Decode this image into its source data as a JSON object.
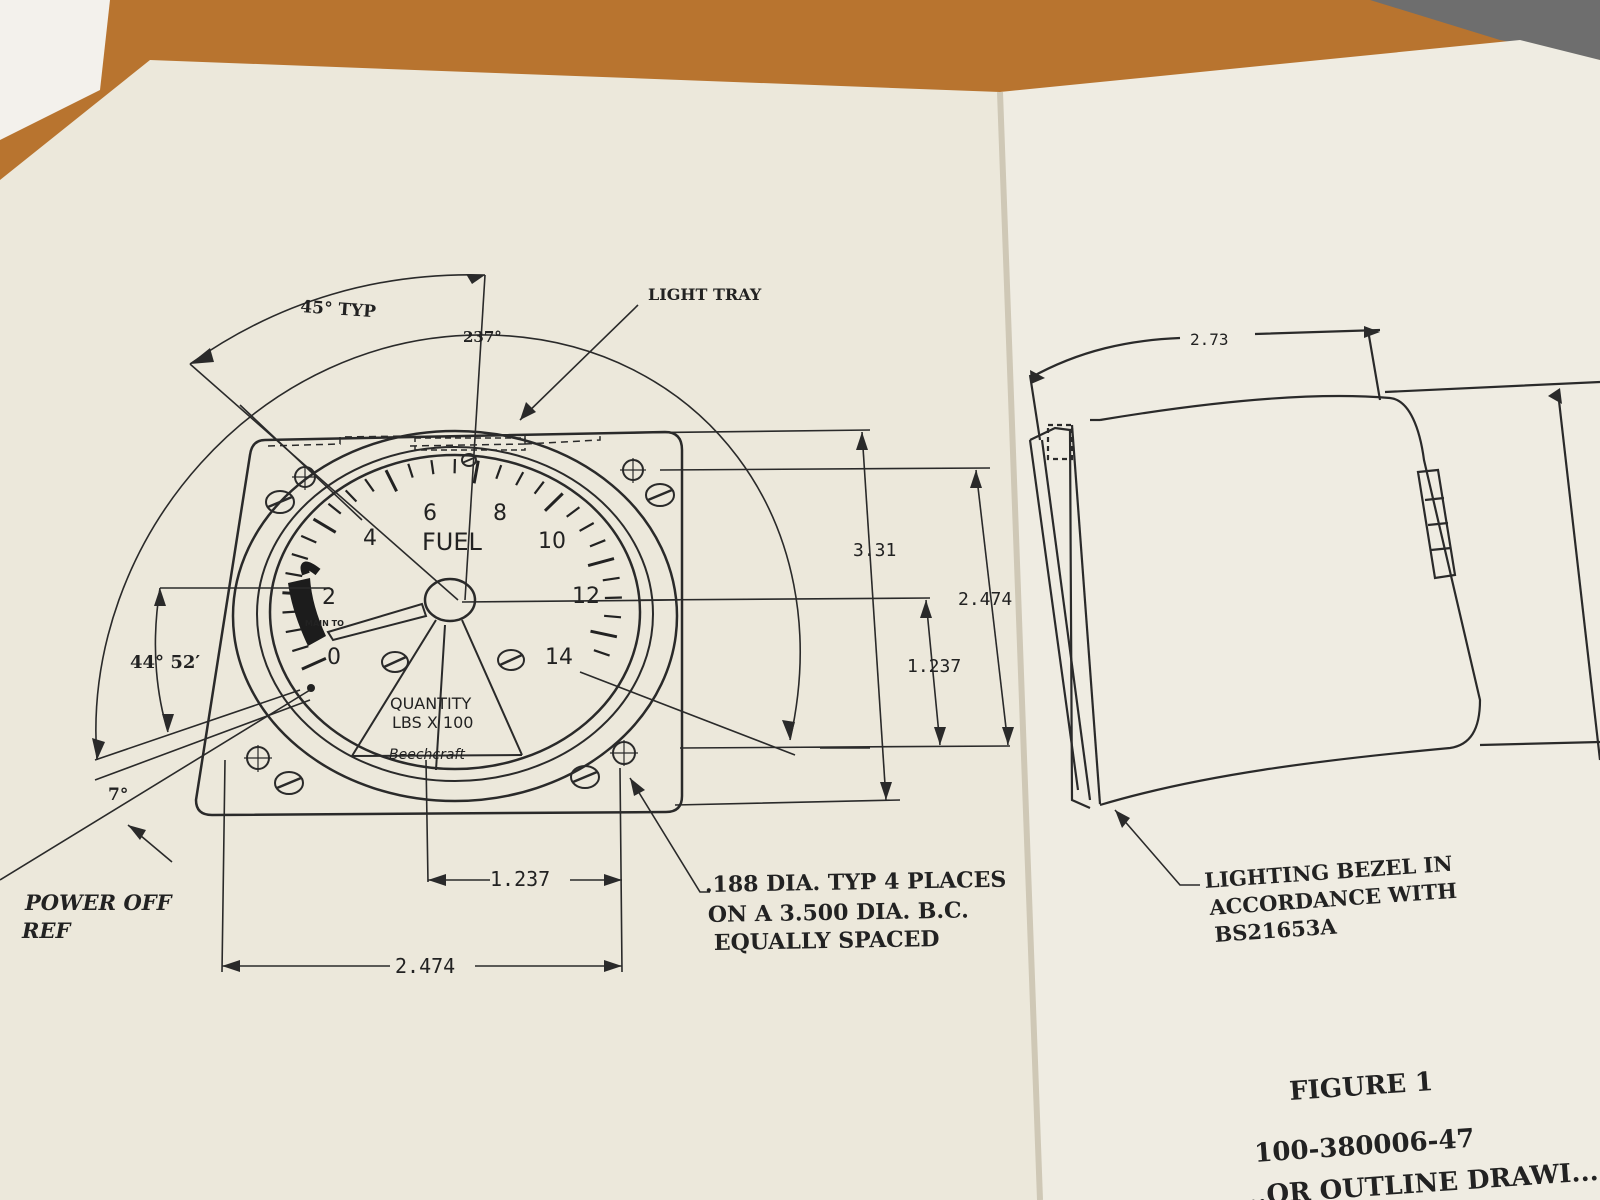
{
  "colors": {
    "background": "#b8742f",
    "page_left": "#ece8db",
    "page_right": "#efece2",
    "ink": "#2a2a2a"
  },
  "gauge": {
    "ticks": [
      "0",
      "2",
      "4",
      "6",
      "8",
      "10",
      "12",
      "14"
    ],
    "fuel_label": "FUEL",
    "quantity_label": "QUANTITY",
    "units_label": "LBS X 100",
    "brand": "Beechcraft",
    "tank_label": "MAIN TO"
  },
  "dimensions": {
    "typ_angle": "45° TYP",
    "sweep_angle": "237°",
    "light_tray": "LIGHT TRAY",
    "height_outer": "3.31",
    "height_holes": "2.474",
    "half_height": "1.237",
    "zero_angle": "44° 52′",
    "offset_angle": "7°",
    "half_width": "1.237",
    "width_holes": "2.474",
    "side_depth": "2.73"
  },
  "notes": {
    "power_off_1": "POWER OFF",
    "power_off_2": "REF",
    "holes_1": ".188 DIA. TYP 4 PLACES",
    "holes_2": "ON A 3.500 DIA. B.C.",
    "holes_3": "EQUALLY SPACED",
    "bezel_1": "LIGHTING BEZEL IN",
    "bezel_2": "ACCORDANCE WITH",
    "bezel_3": "BS21653A"
  },
  "figure": {
    "title": "FIGURE 1",
    "number": "100-380006-47",
    "caption_fragment": "...OR OUTLINE DRAWI..."
  }
}
